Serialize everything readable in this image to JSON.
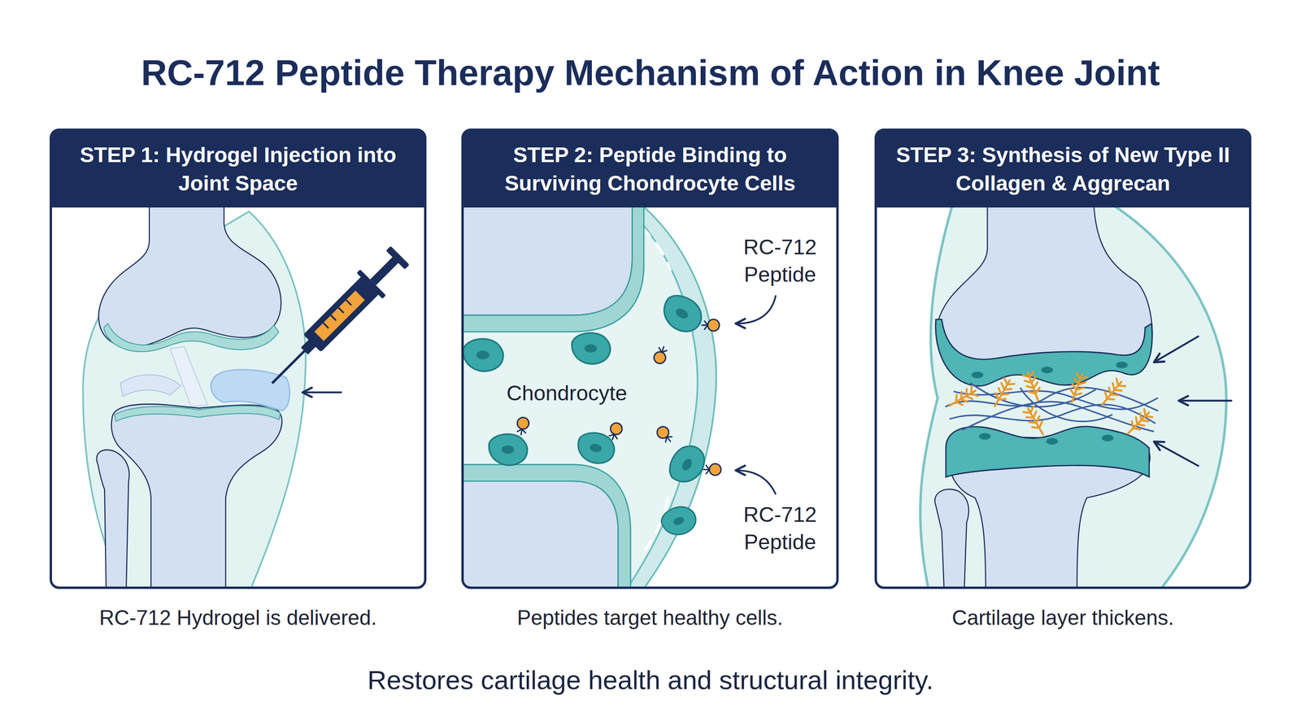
{
  "diagram": {
    "title": "RC-712 Peptide Therapy Mechanism of Action in Knee Joint",
    "caption": "Restores cartilage health and structural integrity.",
    "nodes": [
      {
        "text": [
          "STEP 1: Hydrogel Injection into Joint Space",
          "RC-712 Hydrogel is delivered."
        ]
      },
      {
        "text": [
          "STEP 2: Peptide Binding to Surviving Chondrocyte Cells",
          "Peptides target healthy cells."
        ]
      },
      {
        "text": [
          "STEP 3: Synthesis of New Type II Collagen & Aggrecan",
          "Cartilage layer thickens."
        ]
      }
    ],
    "labels": [
      "Chondrocyte",
      "RC-712 Peptide",
      "RC-712 Peptide"
    ]
  }
}
